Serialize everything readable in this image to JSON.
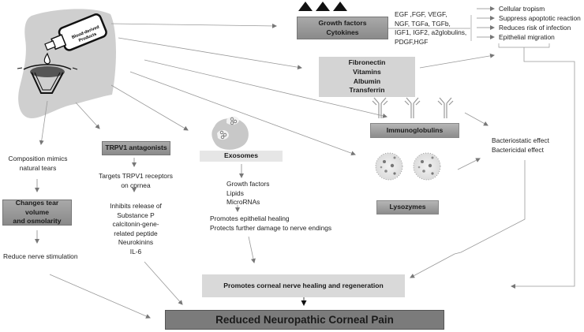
{
  "source": {
    "bottle_label_line1": "Blood-derived",
    "bottle_label_line2": "Products"
  },
  "growth_factors": {
    "box_line1": "Growth factors",
    "box_line2": "Cytokines",
    "list": [
      "EGF ,FGF, VEGF,",
      "NGF, TGFa, TGFb,",
      "IGF1, IGF2, a2globulins,",
      "PDGF,HGF"
    ],
    "effects": [
      "Cellular tropism",
      "Suppress apoptotic reaction",
      "Reduces risk of infection",
      "Epithelial migration"
    ]
  },
  "proteins": {
    "lines": [
      "Fibronectin",
      "Vitamins",
      "Albumin",
      "Transferrin"
    ]
  },
  "immunoglobulins": {
    "label": "Immunoglobulins"
  },
  "lysozymes": {
    "label": "Lysozymes"
  },
  "antibacterial": {
    "lines": [
      "Bacteriostatic effect",
      "Bactericidal effect"
    ]
  },
  "exosomes": {
    "label": "Exosomes",
    "contents": [
      "Growth factors",
      "Lipids",
      "MicroRNAs"
    ],
    "effects": [
      "Promotes epithelial healing",
      "Protects further damage to nerve endings"
    ]
  },
  "trpv1": {
    "label": "TRPV1 antagonists",
    "targets_line1": "Targets TRPV1 receptors",
    "targets_line2": "on cornea",
    "inhibits": [
      "Inhibits release of",
      "Substance P",
      "calcitonin-gene-",
      "related peptide",
      "Neurokinins",
      "IL-6"
    ]
  },
  "tears": {
    "composition_line1": "Composition mimics",
    "composition_line2": "natural tears",
    "box_line1": "Changes tear volume",
    "box_line2": "and osmolarity",
    "result": "Reduce nerve stimulation"
  },
  "healing": {
    "label": "Promotes corneal nerve healing and regeneration"
  },
  "outcome": {
    "label": "Reduced Neuropathic Corneal Pain"
  }
}
